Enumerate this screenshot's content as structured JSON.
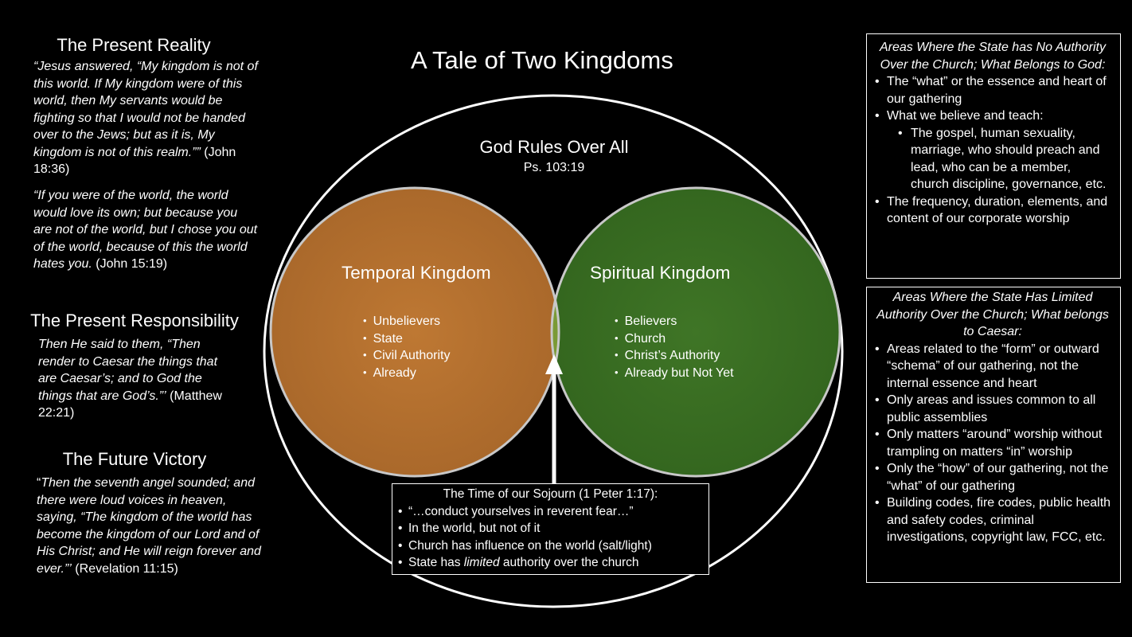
{
  "title": "A Tale of Two Kingdoms",
  "left": {
    "present_reality": {
      "heading": "The Present Reality",
      "quote1": "“Jesus answered, “My kingdom is not of this world. If My kingdom were of this world, then My servants would be fighting so that I would not be handed over to the Jews; but as it is, My kingdom is not of this realm.””",
      "ref1": " (John 18:36)",
      "quote2": "“If you were of the world, the world would love its own; but because you are not of the world, but I chose you out of the world, because of this the world hates you.",
      "ref2": " (John 15:19)"
    },
    "present_responsibility": {
      "heading": "The Present Responsibility",
      "quote": "Then He said to them, “Then render to Caesar the things that are Caesar’s; and to God the things that are God’s.”’",
      "ref": " (Matthew 22:21)"
    },
    "future_victory": {
      "heading": "The Future Victory",
      "open_mark": "“",
      "quote": "Then the seventh angel sounded; and there were loud voices in heaven, saying, “The kingdom of the world has become the kingdom of our Lord and of His Christ; and He will reign forever and ever.”’",
      "ref": " (Revelation 11:15)"
    }
  },
  "venn": {
    "outer_title": "God Rules Over All",
    "outer_ref": "Ps. 103:19",
    "temporal": {
      "title": "Temporal Kingdom",
      "items": [
        "Unbelievers",
        "State",
        "Civil Authority",
        "Already"
      ]
    },
    "spiritual": {
      "title": "Spiritual Kingdom",
      "items": [
        "Believers",
        "Church",
        "Christ’s Authority",
        "Already but Not Yet"
      ]
    },
    "colors": {
      "temporal_fill": "#B8722F",
      "spiritual_fill": "#3A6E22",
      "overlap_fill": "#7A9A35",
      "outline": "#C8C8C8"
    }
  },
  "sojourn": {
    "title": "The Time of our Sojourn (1 Peter 1:17):",
    "item1": "“…conduct yourselves in reverent fear…”",
    "item2": "In the world, but not of it",
    "item3": "Church has influence on the world (salt/light)",
    "item4_pre": "State has ",
    "item4_em": "limited",
    "item4_post": " authority over the church"
  },
  "no_authority": {
    "title": "Areas Where the State has No Authority Over the Church; What Belongs to God:",
    "items": [
      "The “what” or the essence and heart of our gathering",
      "What we believe and teach:",
      "The frequency, duration, elements, and content of our corporate worship"
    ],
    "sub_items": [
      "The gospel, human sexuality, marriage, who should preach and lead, who can be a member, church discipline, governance, etc."
    ]
  },
  "limited_authority": {
    "title": "Areas Where the State Has Limited Authority Over the Church; What belongs to Caesar:",
    "items": [
      "Areas related to the “form” or outward “schema” of our gathering, not the internal essence and heart",
      "Only areas and issues common to all public assemblies",
      "Only matters “around” worship without trampling on matters “in” worship",
      "Only the “how” of our gathering, not the “what” of our gathering",
      "Building codes, fire codes, public health and safety codes, criminal investigations, copyright law, FCC, etc."
    ]
  }
}
